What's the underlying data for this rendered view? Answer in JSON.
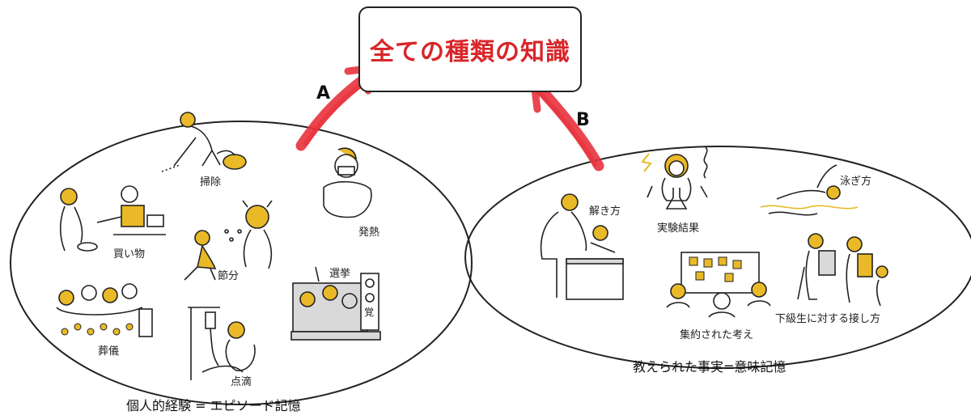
{
  "title": "全ての種類の知識",
  "arrows": {
    "a": "A",
    "b": "B"
  },
  "episodic": {
    "caption": "個人的経験 = エピソード記憶",
    "items": {
      "cleaning": "掃除",
      "shopping": "買い物",
      "fever": "発熱",
      "setsubun": "節分",
      "election": "選挙",
      "funeral": "葬儀",
      "drip": "点滴"
    },
    "sign": "覚"
  },
  "semantic": {
    "caption": "教えられた事実=意味記憶",
    "items": {
      "solution": "解き方",
      "experiment": "実験結果",
      "swimming": "泳ぎ方",
      "ideas": "集約された考え",
      "juniors": "下級生に対する接し方"
    }
  },
  "colors": {
    "title": "#d8262a",
    "arrow": "#e8323c",
    "accent": "#e9b928",
    "line": "#222222"
  }
}
